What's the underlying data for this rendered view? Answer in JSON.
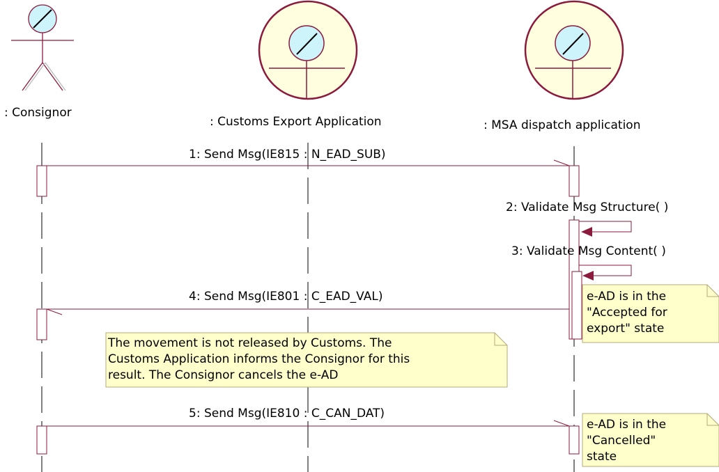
{
  "lifelines": [
    {
      "id": "consignor",
      "label": ": Consignor",
      "kind": "actor"
    },
    {
      "id": "customs",
      "label": ": Customs Export Application",
      "kind": "boundary"
    },
    {
      "id": "msa",
      "label": ": MSA dispatch application",
      "kind": "boundary"
    }
  ],
  "messages": [
    {
      "label": "1: Send Msg(IE815 : N_EAD_SUB)",
      "from": "consignor",
      "to": "msa"
    },
    {
      "label": "2: Validate Msg Structure( )",
      "from": "msa",
      "to": "msa"
    },
    {
      "label": "3: Validate Msg Content( )",
      "from": "msa",
      "to": "msa"
    },
    {
      "label": "4: Send Msg(IE801 : C_EAD_VAL)",
      "from": "msa",
      "to": "consignor"
    },
    {
      "label": "5: Send Msg(IE810 : C_CAN_DAT)",
      "from": "consignor",
      "to": "msa"
    }
  ],
  "notes": [
    {
      "text": "e-AD is in the\n\"Accepted for\nexport\" state"
    },
    {
      "text": "The movement is not released by Customs. The\nCustoms Application informs the Consignor for this\nresult. The Consignor cancels the e-AD"
    },
    {
      "text": "e-AD is in the\n\"Cancelled\"\nstate"
    }
  ],
  "colors": {
    "line": "#8b1a3c",
    "fill": "#ffffe0",
    "head": "#cdf4fa",
    "note_fill": "#ffffcc",
    "note_border": "#b4a878",
    "activation_fill": "#ffffff"
  }
}
